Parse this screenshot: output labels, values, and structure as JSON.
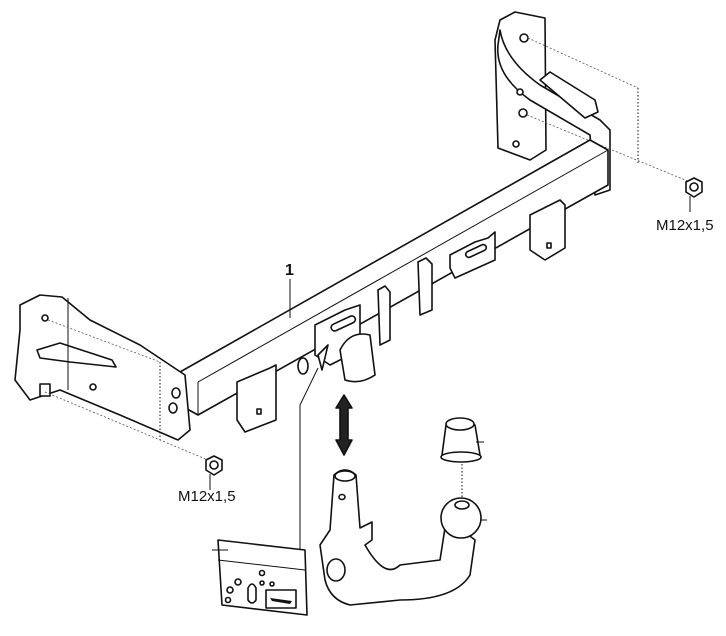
{
  "diagram": {
    "subject": "Tow bar assembly",
    "labels": {
      "part_number": "1",
      "nut_right": "M12x1,5",
      "nut_left": "M12x1,5"
    },
    "parts": [
      {
        "name": "crossbar"
      },
      {
        "name": "left-mounting-bracket"
      },
      {
        "name": "right-mounting-bracket"
      },
      {
        "name": "detachable-ball-neck"
      },
      {
        "name": "ball-cover-cap"
      },
      {
        "name": "electrical-socket-plate"
      },
      {
        "name": "hex-nut-right"
      },
      {
        "name": "hex-nut-left"
      },
      {
        "name": "insert-remove-arrow"
      }
    ]
  }
}
